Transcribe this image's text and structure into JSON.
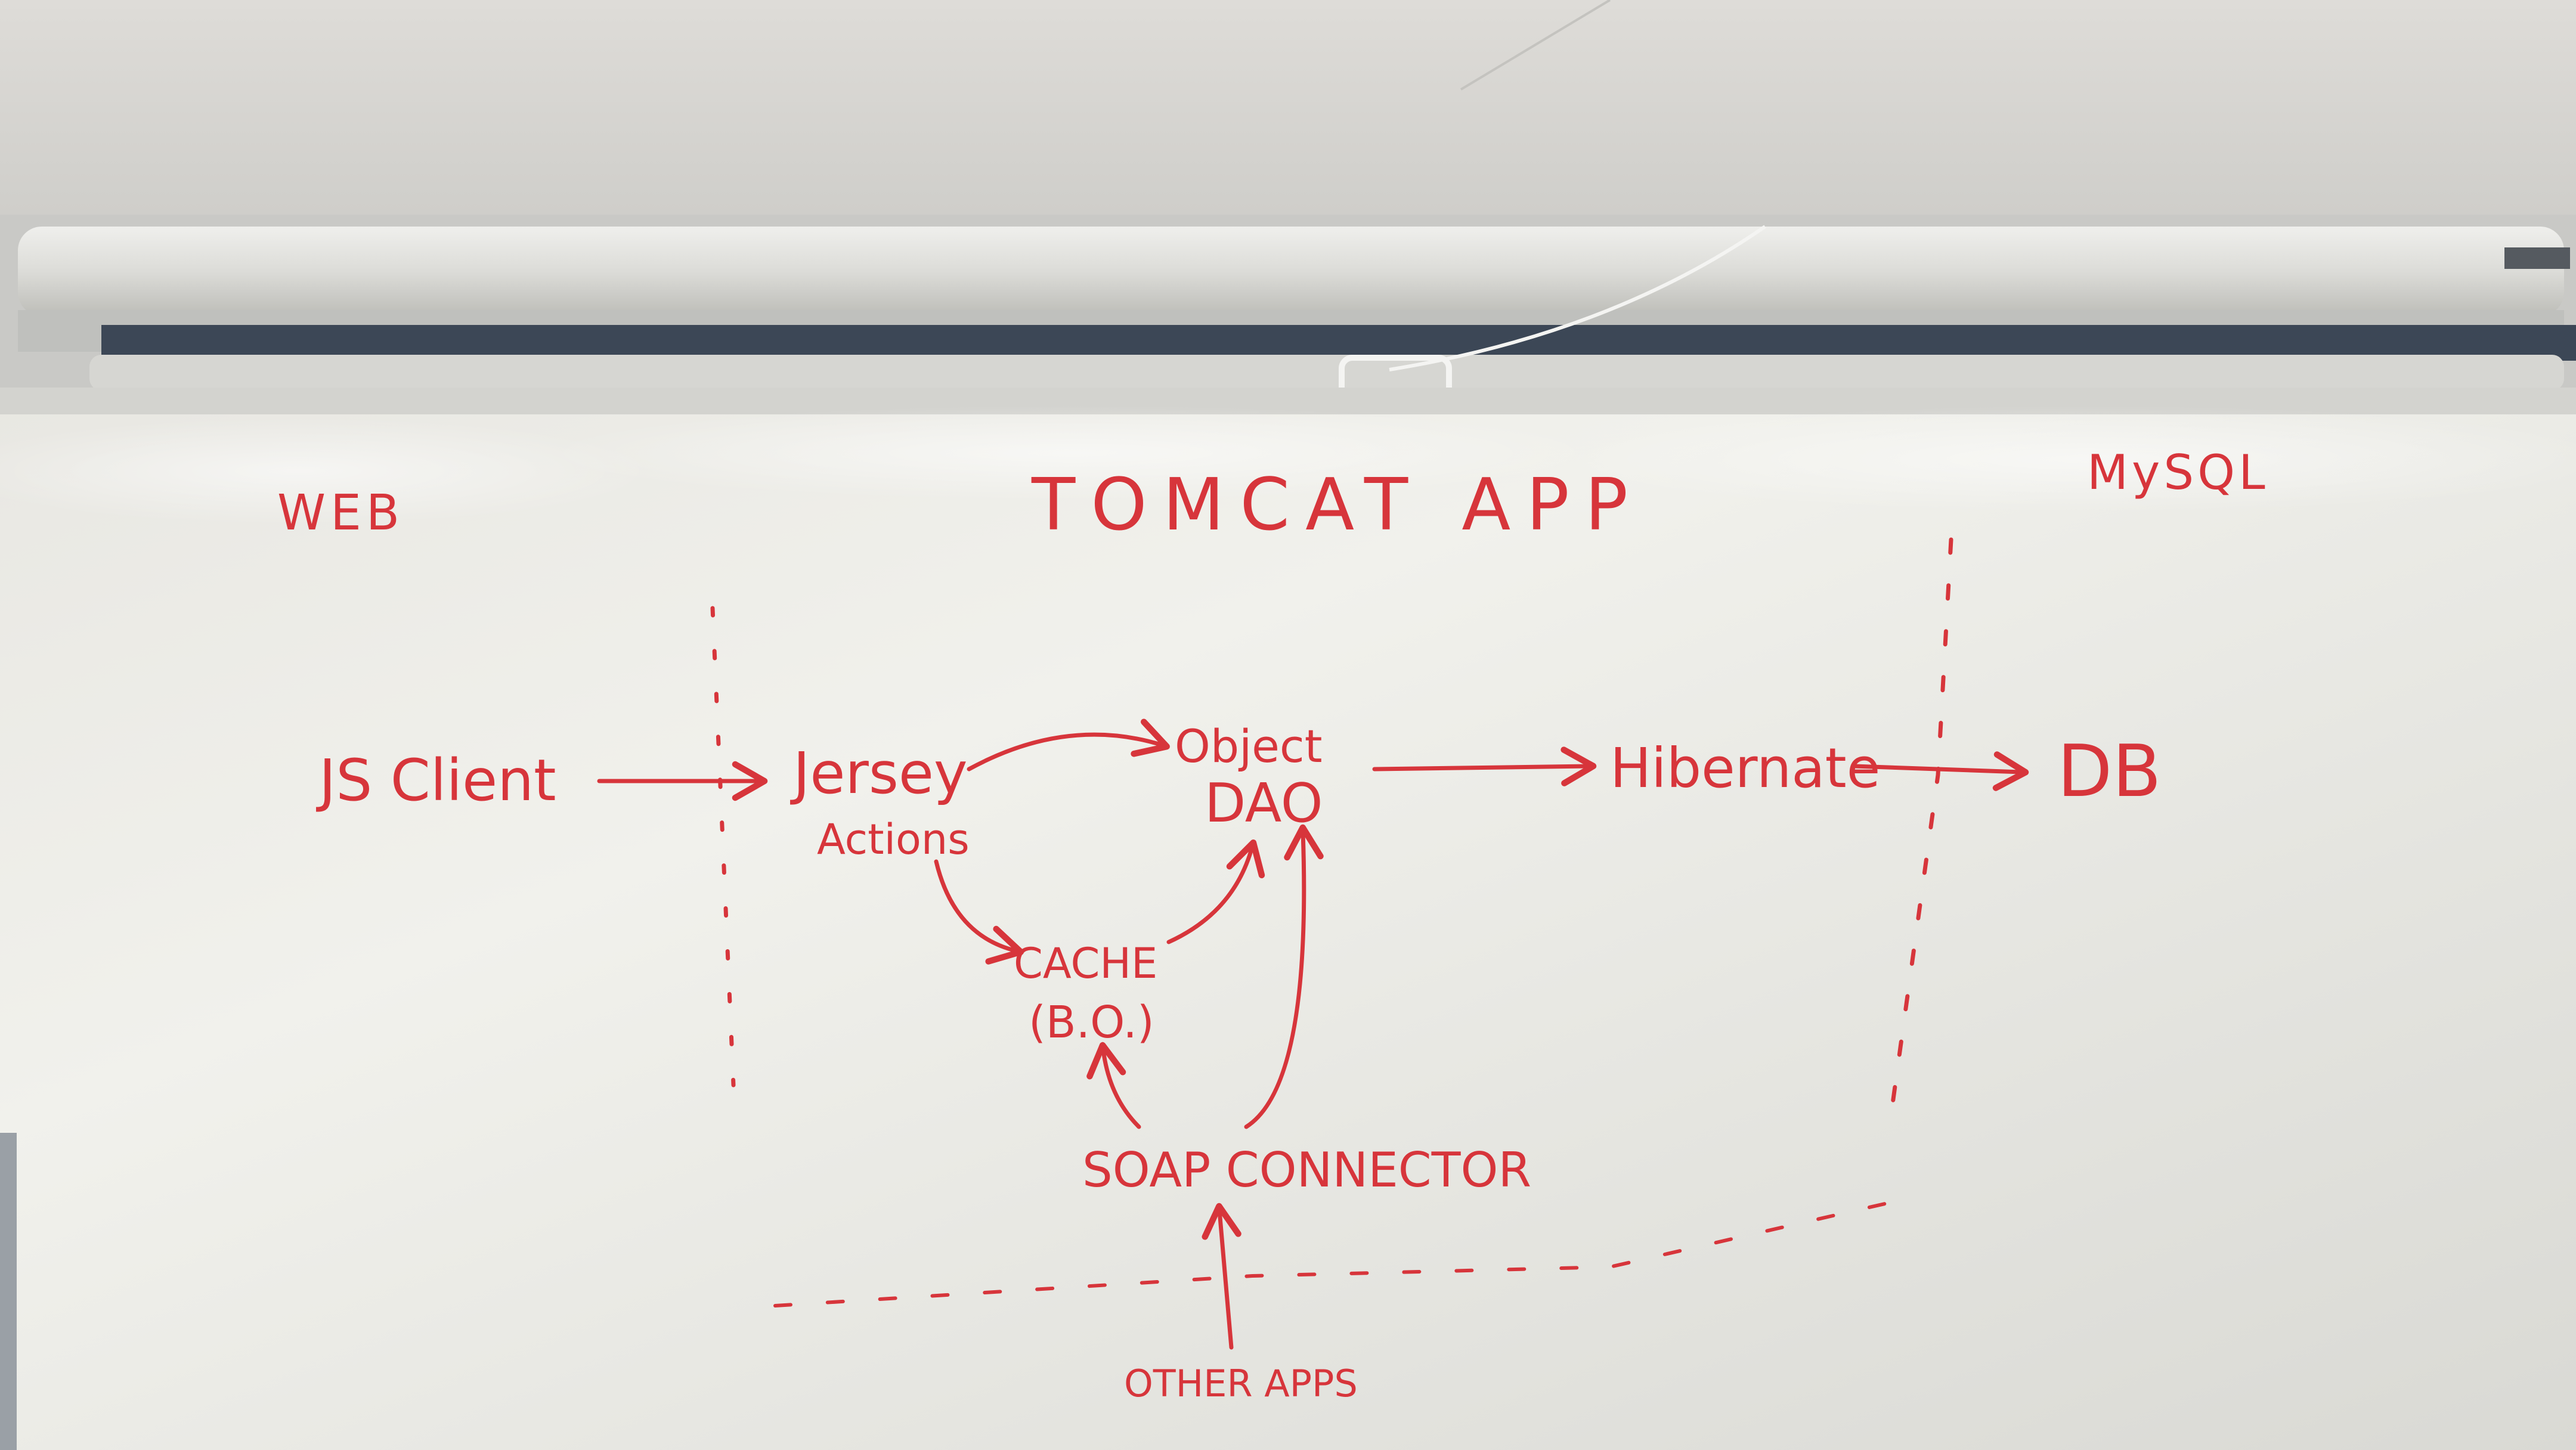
{
  "whiteboard": {
    "labels": {
      "web": "WEB",
      "tomcat_app": "TOMCAT APP",
      "mysql": "MySQL"
    },
    "nodes": {
      "js_client": "JS Client",
      "jersey_line1": "Jersey",
      "jersey_line2": "Actions",
      "object_line1": "Object",
      "object_line2": "DAO",
      "hibernate": "Hibernate",
      "db": "DB",
      "cache_line1": "CACHE",
      "cache_line2": "(B.O.)",
      "soap_connector": "SOAP CONNECTOR",
      "other_apps": "OTHER APPS"
    },
    "colors": {
      "marker": "#d7353b",
      "board": "#e9e8e3",
      "ceiling": "#d4d3cf",
      "projector_screen": "#dcdcd8"
    }
  }
}
